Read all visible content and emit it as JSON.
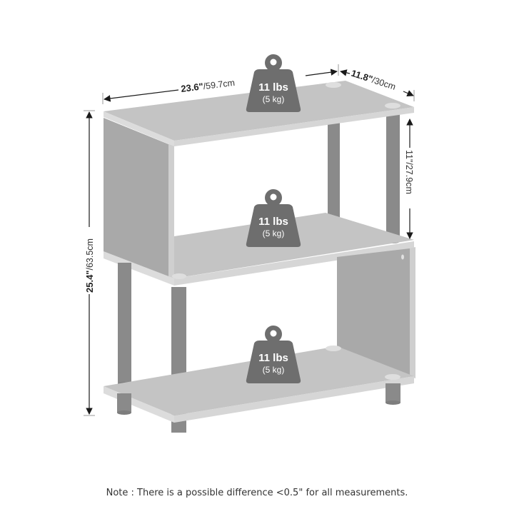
{
  "dimensions": {
    "width": {
      "imperial": "23.6\"",
      "metric": "/59.7cm"
    },
    "depth": {
      "imperial": "11.8\"",
      "metric": "/30cm"
    },
    "height": {
      "imperial": "25.4\"",
      "metric": "/63.5cm"
    },
    "shelf_gap": {
      "imperial": "11\"",
      "metric": "/27.9cm"
    }
  },
  "weight_badges": [
    {
      "position": "top",
      "lbs": "11 lbs",
      "kg": "(5 kg)"
    },
    {
      "position": "middle",
      "lbs": "11 lbs",
      "kg": "(5 kg)"
    },
    {
      "position": "bottom",
      "lbs": "11 lbs",
      "kg": "(5 kg)"
    }
  ],
  "note": "Note : There is a possible difference <0.5\" for all measurements.",
  "colors": {
    "panel_top": "#c4c4c4",
    "panel_edge": "#dcdcdc",
    "panel_side": "#a9a9a9",
    "pole": "#8a8a8a",
    "weight": "#6e6e6e",
    "arrow": "#1a1a1a"
  }
}
